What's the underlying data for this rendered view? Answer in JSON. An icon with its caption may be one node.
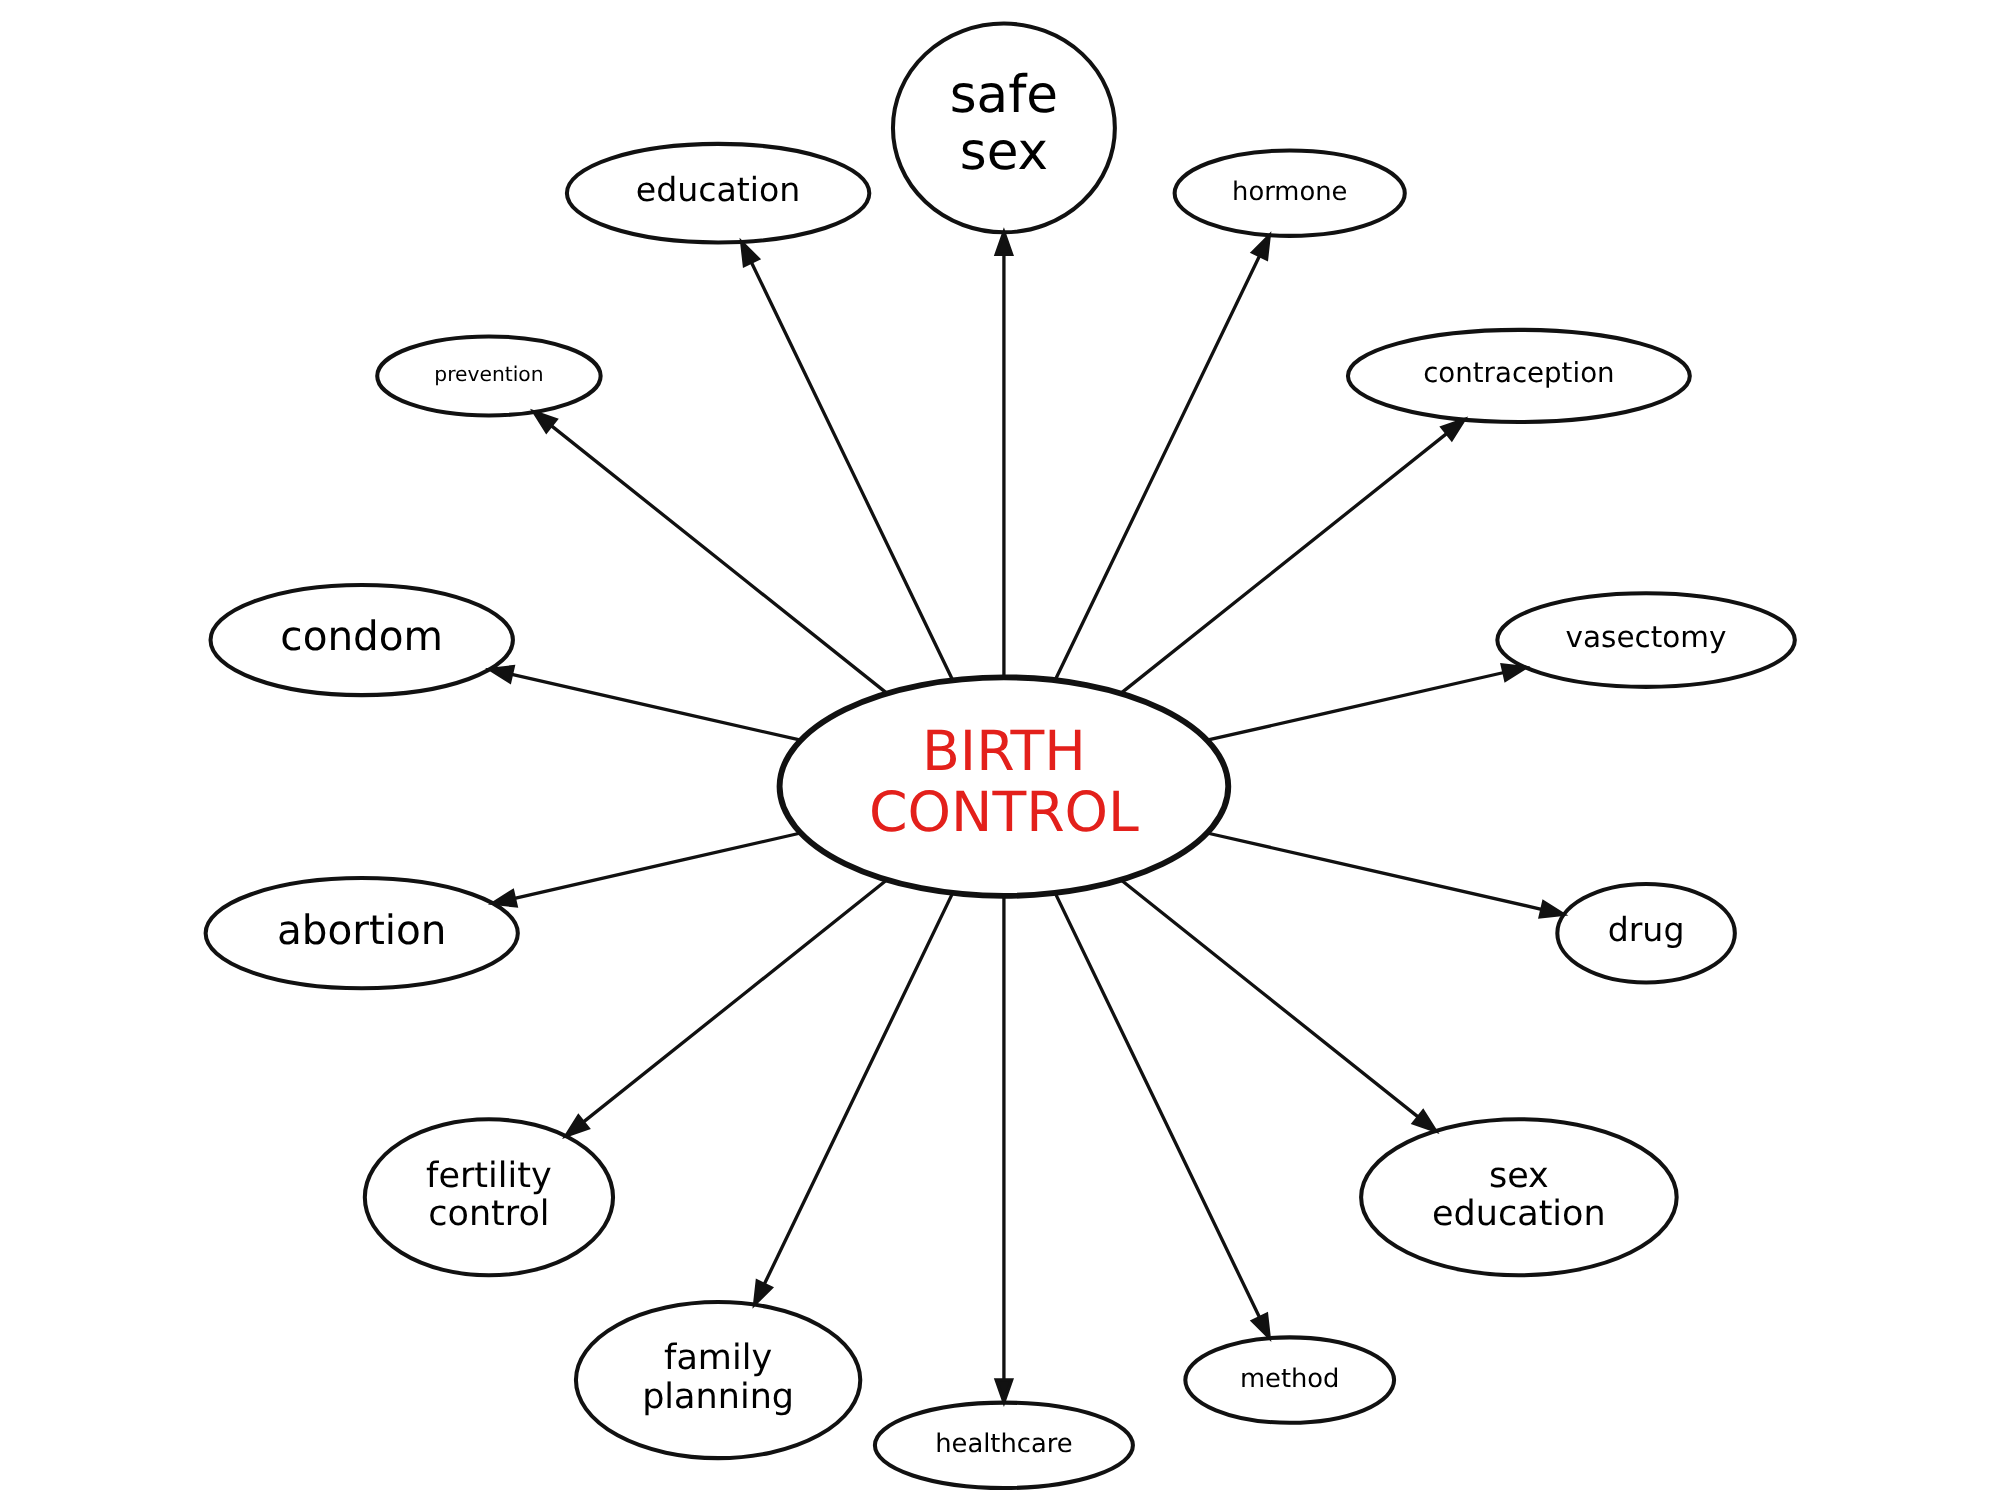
{
  "diagram": {
    "nodes": [
      {
        "text": [
          "BIRTH CONTROL"
        ]
      },
      {
        "text": [
          "prevention"
        ]
      },
      {
        "text": [
          "education"
        ]
      },
      {
        "text": [
          "safe sex"
        ]
      },
      {
        "text": [
          "hormone"
        ]
      },
      {
        "text": [
          "contraception"
        ]
      },
      {
        "text": [
          "condom"
        ]
      },
      {
        "text": [
          "vasectomy"
        ]
      },
      {
        "text": [
          "abortion"
        ]
      },
      {
        "text": [
          "drug"
        ]
      },
      {
        "text": [
          "fertility control"
        ]
      },
      {
        "text": [
          "family planning"
        ]
      },
      {
        "text": [
          "method"
        ]
      },
      {
        "text": [
          "sex education"
        ]
      },
      {
        "text": [
          "healthcare"
        ]
      }
    ],
    "edges": [
      {
        "from": 0,
        "to": 7,
        "arrow": "to"
      },
      {
        "from": 0,
        "to": 5,
        "arrow": "to"
      },
      {
        "from": 0,
        "to": 4,
        "arrow": "to"
      },
      {
        "from": 0,
        "to": 3,
        "arrow": "to"
      },
      {
        "from": 0,
        "to": 2,
        "arrow": "to"
      },
      {
        "from": 0,
        "to": 1,
        "arrow": "to"
      },
      {
        "from": 0,
        "to": 6,
        "arrow": "to"
      },
      {
        "from": 0,
        "to": 8,
        "arrow": "to"
      },
      {
        "from": 0,
        "to": 10,
        "arrow": "to"
      },
      {
        "from": 0,
        "to": 11,
        "arrow": "to"
      },
      {
        "from": 0,
        "to": 14,
        "arrow": "to"
      },
      {
        "from": 0,
        "to": 12,
        "arrow": "to"
      },
      {
        "from": 0,
        "to": 13,
        "arrow": "to"
      },
      {
        "from": 0,
        "to": 9,
        "arrow": "to"
      }
    ]
  }
}
